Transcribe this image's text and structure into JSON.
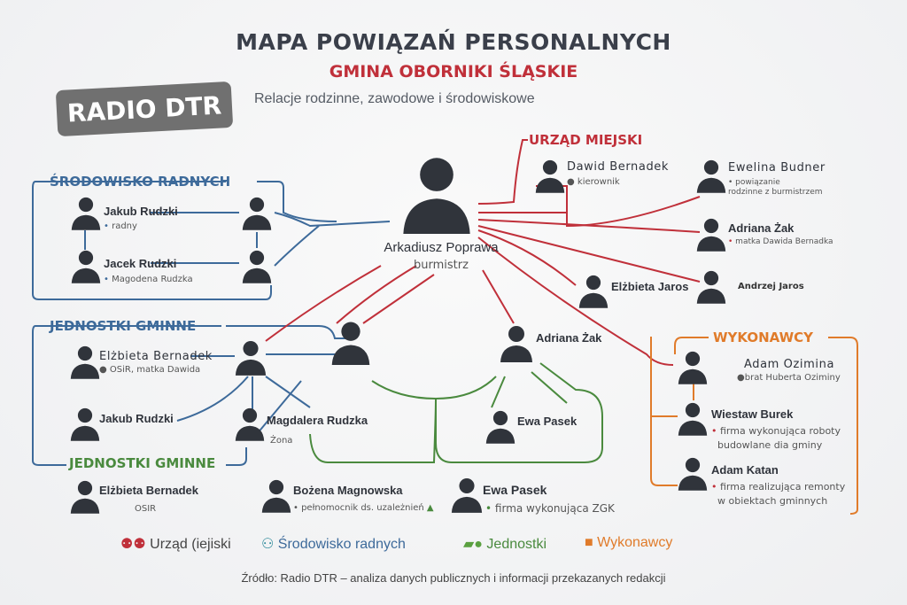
{
  "header": {
    "title": "MAPA POWIĄZAŃ PERSONALNYCH",
    "subtitle": "GMINA OBORNIKI ŚLĄSKIE",
    "tagline": "Relacje rodzinne, zawodowe i środowiskowe",
    "badge": "RADIO DTR"
  },
  "center": {
    "name": "Arkadiusz Poprawa",
    "role": "burmistrz"
  },
  "colors": {
    "urzad": "#c0303a",
    "srodowisko": "#3d6a9a",
    "jednostki": "#4a8a3e",
    "wykonawcy": "#e07b2a"
  },
  "srodowisko": {
    "label": "ŚRODOWISKO RADNYCH",
    "people": [
      {
        "name": "Jakub Rudzki",
        "note": "radny"
      },
      {
        "name": "Jacek Rudzki",
        "note": "Magodena Rudzka"
      }
    ]
  },
  "jednostki": {
    "label": "JEDNOSTKI GMINNE",
    "label2": "JEDNOSTKI GMINNE",
    "people": [
      {
        "name": "Elżbieta Bernadek",
        "note": "OSiR, matka Dawida"
      },
      {
        "name": "Jakub Rudzki"
      },
      {
        "name": "Magdalera Rudzka",
        "note": "Żona"
      }
    ]
  },
  "bottom": [
    {
      "name": "Elżbieta Bernadek",
      "note": "OSIR"
    },
    {
      "name": "Bożena Magnowska",
      "note": "pełnomocnik ds. uzależnień"
    },
    {
      "name": "Ewa Pasek",
      "note": "firma wykonująca ZGK"
    }
  ],
  "middle": [
    {
      "name": "Adriana Żak"
    },
    {
      "name": "Ewa Pasek"
    }
  ],
  "urzad": {
    "label": "URZĄD MIEJSKI",
    "people": [
      {
        "name": "Dawid Bernadek",
        "note": "kierownik"
      },
      {
        "name": "Ewelina Budner",
        "note": "powiązanie",
        "note2": "rodzinne z burmistrzem"
      },
      {
        "name": "Adriana Żak",
        "note": "matka Dawida Bernadka"
      },
      {
        "name": "Elżbieta Jaros"
      },
      {
        "name": "Andrzej Jaros"
      }
    ]
  },
  "wykonawcy": {
    "label": "WYKONAWCY",
    "people": [
      {
        "name": "Adam Ozimina",
        "note": "brat Huberta Oziminy"
      },
      {
        "name": "Wiestaw Burek",
        "note": "firma wykonująca roboty",
        "note2": "budowlane dia gminy"
      },
      {
        "name": "Adam Katan",
        "note": "firma realizująca remonty",
        "note2": "w obiektach gminnych"
      }
    ]
  },
  "legend": [
    {
      "label": "Urząd (iejiski",
      "icon": "people-icon"
    },
    {
      "label": "Środowisko radnych",
      "icon": "group-icon"
    },
    {
      "label": "Jednostki",
      "icon": "building-icon"
    },
    {
      "label": "Wykonawcy",
      "icon": "puzzle-icon"
    }
  ],
  "footer": "Źródło: Radio DTR – analiza danych publicznych i informacji przekazanych redakcji"
}
